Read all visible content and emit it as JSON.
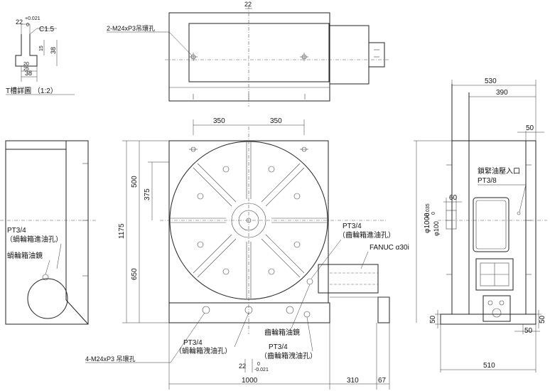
{
  "detail": {
    "title": "T槽詳圖 （1:2）",
    "tol_22": "22",
    "tol_upper": "+0.021",
    "tol_lower": "0",
    "chamfer": "C1.5",
    "d15": "15",
    "d38v": "38",
    "d20": "20",
    "d25": "25",
    "d38h": "38"
  },
  "top_view": {
    "slot_width": "22",
    "hole_label": "2-M24xP3吊環孔"
  },
  "front": {
    "w_left": "350",
    "w_right": "350",
    "h_total": "1175",
    "h_500": "500",
    "h_375": "375",
    "h_650": "650",
    "w_total": "1000",
    "w_310": "310",
    "w_67": "67",
    "slot_22": "22",
    "slot_tol_upper": "0",
    "slot_tol_lower": "-0.021",
    "lift_holes": "4-M24xP3 吊環孔"
  },
  "callouts": {
    "pt_left": "PT3/4",
    "pt_left_desc": "（蝸輪箱進油孔）",
    "worm_sight": "蝸輪箱油鏡",
    "pt_gear_in": "PT3/4",
    "pt_gear_in_desc": "（齒輪箱進油孔）",
    "motor": "FANUC α30i",
    "gear_sight": "齒輪箱油鏡",
    "pt_worm_drain": "PT3/4",
    "pt_worm_drain_desc": "（蝸輪箱洩油孔）",
    "pt_gear_drain": "PT3/4",
    "pt_gear_drain_desc": "（齒輪箱洩油孔）"
  },
  "side": {
    "w_530": "530",
    "w_390": "390",
    "w_50_top": "50",
    "clamp_label": "鎖緊油壓入口",
    "clamp_pt": "PT3/8",
    "w_60": "60",
    "dia_1000": "φ1000",
    "dia_100": "φ100",
    "dia_100_tol_upper": "+0.035",
    "dia_100_tol_lower": "0",
    "h_50_left": "50",
    "h_50_right": "50",
    "w_50_bottom": "50",
    "w_510": "510"
  }
}
